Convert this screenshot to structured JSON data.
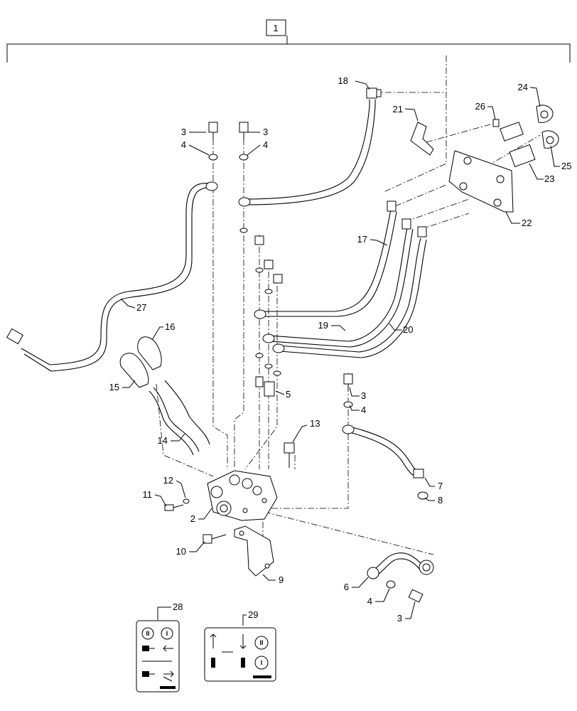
{
  "assembly_label": "1",
  "callouts": [
    {
      "id": "c18",
      "text": "18"
    },
    {
      "id": "c21",
      "text": "21"
    },
    {
      "id": "c26",
      "text": "26"
    },
    {
      "id": "c24",
      "text": "24"
    },
    {
      "id": "c25",
      "text": "25"
    },
    {
      "id": "c23",
      "text": "23"
    },
    {
      "id": "c22",
      "text": "22"
    },
    {
      "id": "c3a",
      "text": "3"
    },
    {
      "id": "c3b",
      "text": "3"
    },
    {
      "id": "c4a",
      "text": "4"
    },
    {
      "id": "c4b",
      "text": "4"
    },
    {
      "id": "c17",
      "text": "17"
    },
    {
      "id": "c27",
      "text": "27"
    },
    {
      "id": "c19",
      "text": "19"
    },
    {
      "id": "c20",
      "text": "20"
    },
    {
      "id": "c16",
      "text": "16"
    },
    {
      "id": "c15",
      "text": "15"
    },
    {
      "id": "c5",
      "text": "5"
    },
    {
      "id": "c3c",
      "text": "3"
    },
    {
      "id": "c4c",
      "text": "4"
    },
    {
      "id": "c13",
      "text": "13"
    },
    {
      "id": "c14",
      "text": "14"
    },
    {
      "id": "c12",
      "text": "12"
    },
    {
      "id": "c11",
      "text": "11"
    },
    {
      "id": "c2",
      "text": "2"
    },
    {
      "id": "c7",
      "text": "7"
    },
    {
      "id": "c8",
      "text": "8"
    },
    {
      "id": "c10",
      "text": "10"
    },
    {
      "id": "c9",
      "text": "9"
    },
    {
      "id": "c6",
      "text": "6"
    },
    {
      "id": "c4d",
      "text": "4"
    },
    {
      "id": "c3d",
      "text": "3"
    },
    {
      "id": "c28",
      "text": "28"
    },
    {
      "id": "c29",
      "text": "29"
    }
  ],
  "decal_28": {
    "symbols": [
      "II",
      "I"
    ]
  },
  "decal_29": {
    "symbols": [
      "II",
      "I"
    ]
  }
}
